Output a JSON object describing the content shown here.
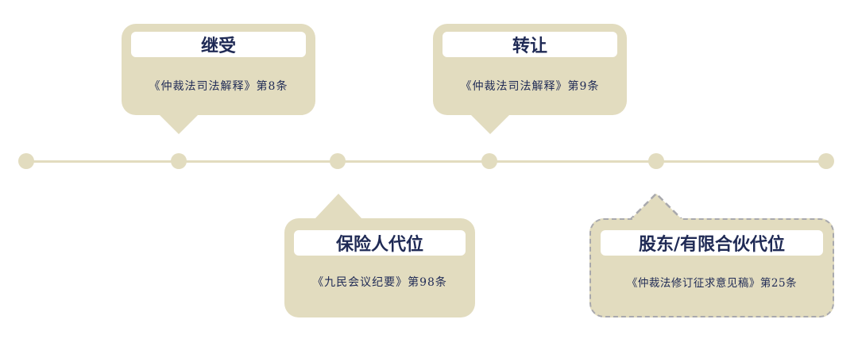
{
  "timeline": {
    "line_color": "#e2dcbf",
    "node_count": 6
  },
  "callouts": [
    {
      "title": "继受",
      "reference": "《仲裁法司法解释》第8条",
      "position": "above",
      "node": 2,
      "style": "solid"
    },
    {
      "title": "转让",
      "reference": "《仲裁法司法解释》第9条",
      "position": "above",
      "node": 4,
      "style": "solid"
    },
    {
      "title": "保险人代位",
      "reference": "《九民会议纪要》第98条",
      "position": "below",
      "node": 3,
      "style": "solid"
    },
    {
      "title": "股东/有限合伙代位",
      "reference": "《仲裁法修订征求意见稿》第25条",
      "position": "below",
      "node": 5,
      "style": "dashed"
    }
  ],
  "colors": {
    "callout_fill": "#e2dcbf",
    "title_text": "#1f2a55",
    "dashed_border": "#a9a9ad"
  }
}
